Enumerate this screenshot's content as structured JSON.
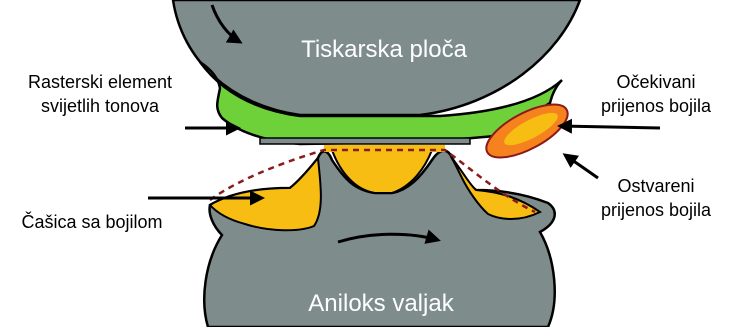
{
  "figure": {
    "colors": {
      "roller": "#7f8c8c",
      "outline": "#000000",
      "raster_element": "#6fd13a",
      "ink": "#f7bd12",
      "expected_transfer": "#f5821f",
      "dashed_line": "#8b1a1a",
      "background": "#ffffff"
    },
    "labels": {
      "printing_plate": "Tiskarska ploča",
      "anilox_roller": "Aniloks valjak",
      "raster_element_line1": "Rasterski element",
      "raster_element_line2": "svijetlih tonova",
      "cell_with_ink": "Čašica sa bojilom",
      "expected_transfer_line1": "Očekivani",
      "expected_transfer_line2": "prijenos bojila",
      "actual_transfer_line1": "Ostvareni",
      "actual_transfer_line2": "prijenos bojila"
    },
    "icons": {
      "top_rotation": "clockwise-arrow-icon",
      "bottom_rotation": "clockwise-arrow-icon",
      "pointer": "arrow-icon"
    }
  }
}
